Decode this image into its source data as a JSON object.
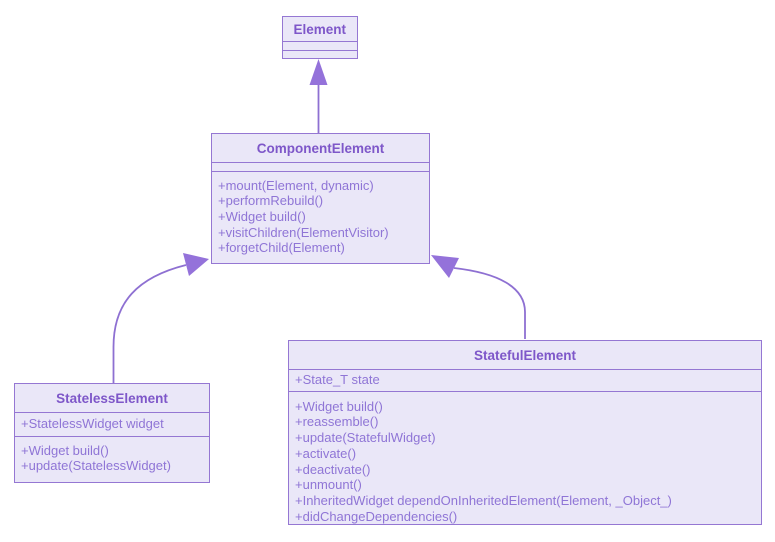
{
  "diagram": {
    "kind": "uml-class-diagram",
    "background": "#ffffff"
  },
  "colors": {
    "box_fill": "#eae7f8",
    "box_border": "#9577d3",
    "title_text": "#7e57c9",
    "member_text": "#8f75d6",
    "arrow_line": "#8e70d2",
    "arrow_head": "#9472da"
  },
  "classes": {
    "element": {
      "title": "Element",
      "attributes": [],
      "methods": []
    },
    "component": {
      "title": "ComponentElement",
      "attributes": [],
      "methods": [
        "+mount(Element, dynamic)",
        "+performRebuild()",
        "+Widget build()",
        "+visitChildren(ElementVisitor)",
        "+forgetChild(Element)"
      ]
    },
    "stateless": {
      "title": "StatelessElement",
      "attributes": [
        "+StatelessWidget widget"
      ],
      "methods": [
        "+Widget build()",
        "+update(StatelessWidget)"
      ]
    },
    "stateful": {
      "title": "StatefulElement",
      "attributes": [
        "+State_T state"
      ],
      "methods": [
        "+Widget build()",
        "+reassemble()",
        "+update(StatefulWidget)",
        "+activate()",
        "+deactivate()",
        "+unmount()",
        "+InheritedWidget dependOnInheritedElement(Element, _Object_)",
        "+didChangeDependencies()"
      ]
    }
  },
  "relations": [
    {
      "from": "ComponentElement",
      "to": "Element",
      "type": "inheritance"
    },
    {
      "from": "StatelessElement",
      "to": "ComponentElement",
      "type": "inheritance"
    },
    {
      "from": "StatefulElement",
      "to": "ComponentElement",
      "type": "inheritance"
    }
  ]
}
